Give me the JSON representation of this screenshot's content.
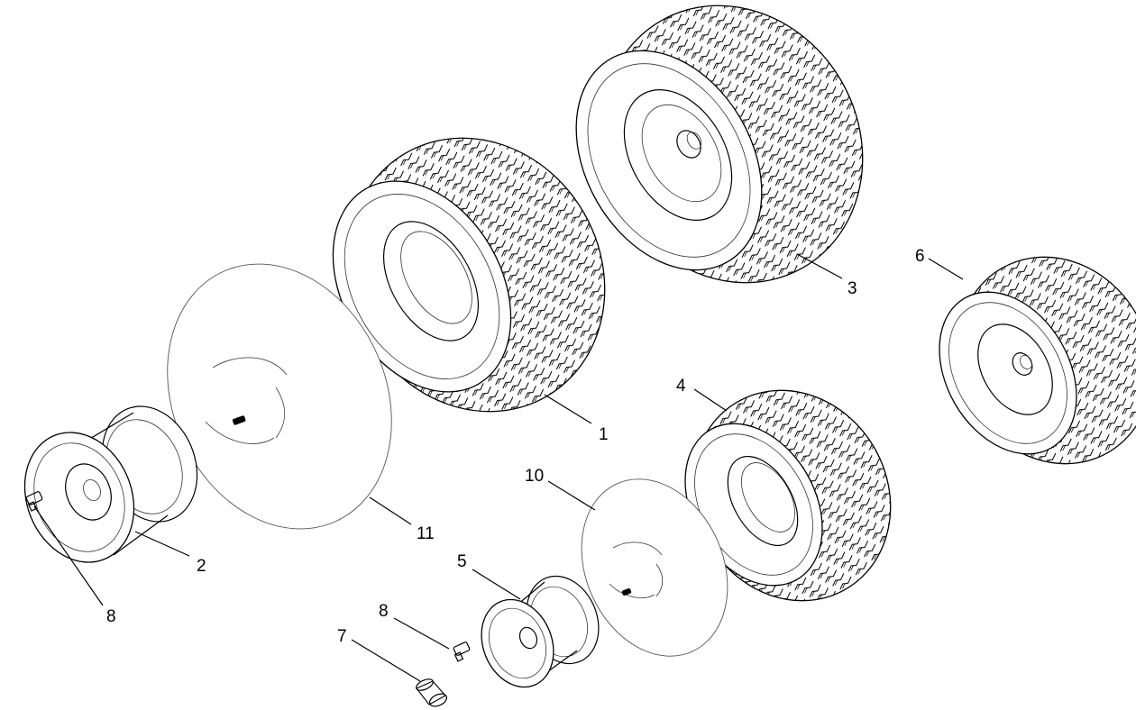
{
  "callouts": {
    "c1": "1",
    "c2": "2",
    "c3": "3",
    "c4": "4",
    "c5": "5",
    "c6": "6",
    "c7": "7",
    "c8a": "8",
    "c8b": "8",
    "c10": "10",
    "c11": "11"
  }
}
